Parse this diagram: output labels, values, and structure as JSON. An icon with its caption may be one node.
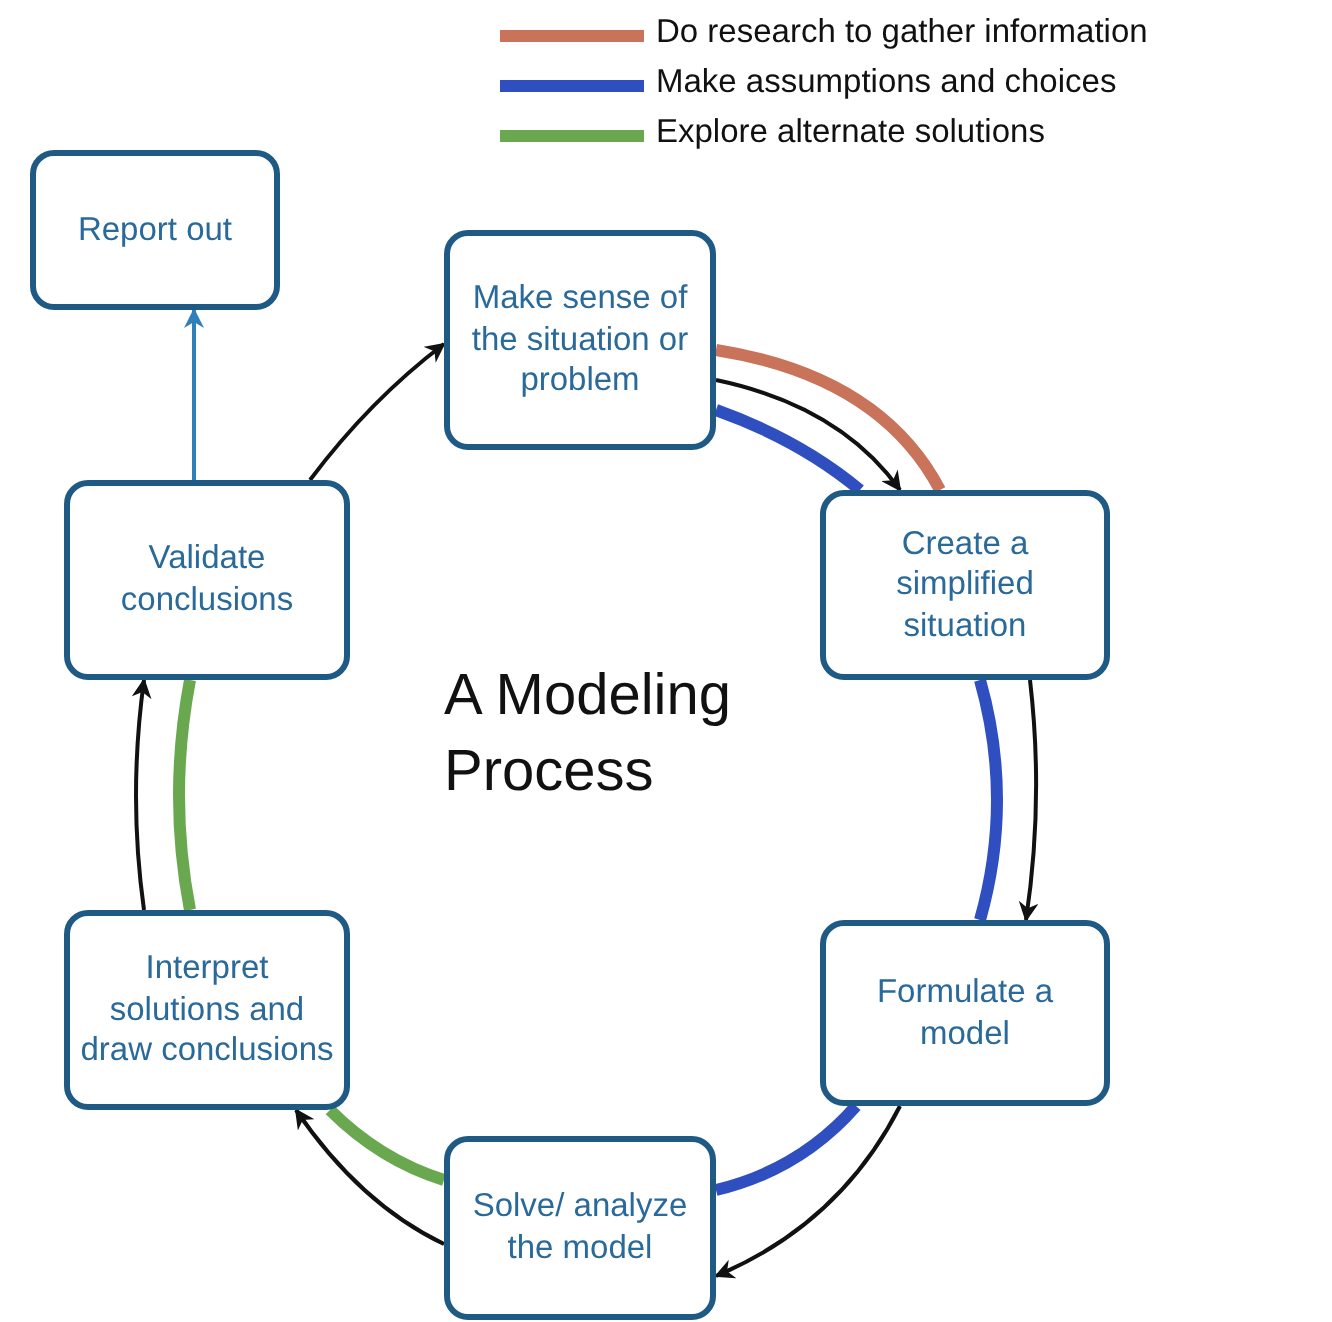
{
  "diagram": {
    "title": "A Modeling Process",
    "nodes": [
      {
        "text": [
          "Report out"
        ]
      },
      {
        "text": [
          "Make sense of the situation or problem"
        ]
      },
      {
        "text": [
          "Validate conclusions"
        ]
      },
      {
        "text": [
          "Create a simplified situation"
        ]
      },
      {
        "text": [
          "Formulate a model"
        ]
      },
      {
        "text": [
          "Interpret solutions and draw conclusions"
        ]
      },
      {
        "text": [
          "Solve/ analyze the model"
        ]
      }
    ],
    "edges": [
      {
        "from": 1,
        "to": 3,
        "arrow": "none",
        "style": "thick",
        "color": "#c8735a"
      },
      {
        "from": 1,
        "to": 3,
        "arrow": "none",
        "style": "thick",
        "color": "#2f4fc0"
      },
      {
        "from": 3,
        "to": 4,
        "arrow": "none",
        "style": "thick",
        "color": "#2f4fc0"
      },
      {
        "from": 4,
        "to": 6,
        "arrow": "none",
        "style": "thick",
        "color": "#2f4fc0"
      },
      {
        "from": 6,
        "to": 5,
        "arrow": "none",
        "style": "thick",
        "color": "#6aa84f"
      },
      {
        "from": 5,
        "to": 2,
        "arrow": "none",
        "style": "thick",
        "color": "#6aa84f"
      },
      {
        "from": 1,
        "to": 3,
        "arrow": "to"
      },
      {
        "from": 3,
        "to": 4,
        "arrow": "to"
      },
      {
        "from": 4,
        "to": 6,
        "arrow": "to"
      },
      {
        "from": 6,
        "to": 5,
        "arrow": "to"
      },
      {
        "from": 5,
        "to": 2,
        "arrow": "to"
      },
      {
        "from": 2,
        "to": 1,
        "arrow": "to"
      },
      {
        "from": 2,
        "to": 0,
        "arrow": "to",
        "color": "#2f80b8"
      }
    ],
    "legend": [
      {
        "text": "Do research to gather information",
        "color": "#c8735a"
      },
      {
        "text": "Make assumptions and choices",
        "color": "#2f4fc0"
      },
      {
        "text": "Explore alternate solutions",
        "color": "#6aa84f"
      }
    ]
  }
}
